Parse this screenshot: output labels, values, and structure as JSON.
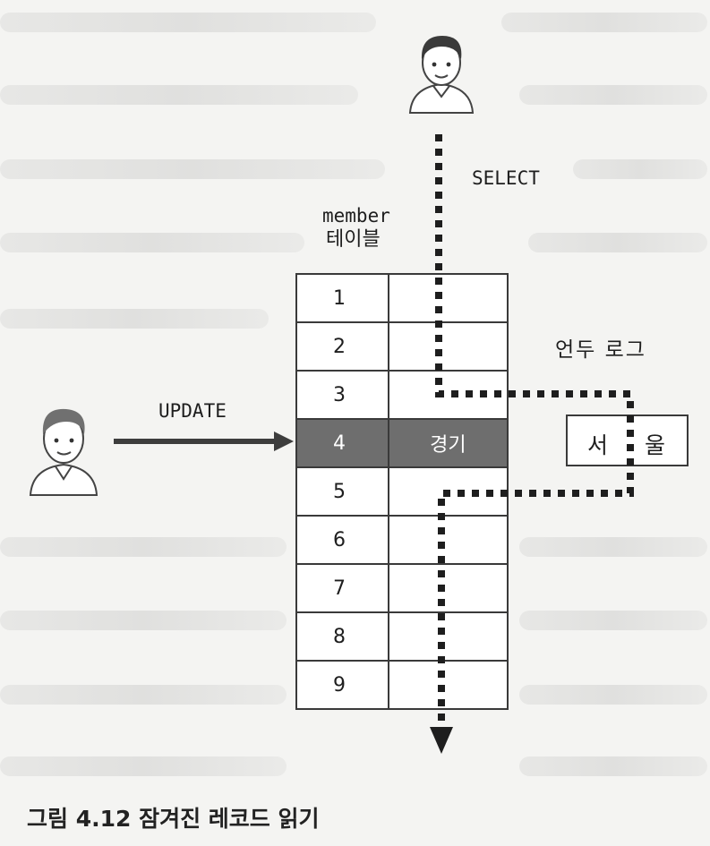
{
  "labels": {
    "select": "SELECT",
    "table_name_line1": "member",
    "table_name_line2": "테이블",
    "update": "UPDATE",
    "undo_log": "언두 로그"
  },
  "table": {
    "rows": [
      {
        "id": "1",
        "value": ""
      },
      {
        "id": "2",
        "value": ""
      },
      {
        "id": "3",
        "value": ""
      },
      {
        "id": "4",
        "value": "경기"
      },
      {
        "id": "5",
        "value": ""
      },
      {
        "id": "6",
        "value": ""
      },
      {
        "id": "7",
        "value": ""
      },
      {
        "id": "8",
        "value": ""
      },
      {
        "id": "9",
        "value": ""
      }
    ],
    "locked_row_index": 3,
    "locked_color": "#6e6e6e"
  },
  "undo_log": {
    "value_left": "서",
    "value_right": "울"
  },
  "caption": "그림 4.12 잠겨진 레코드 읽기"
}
